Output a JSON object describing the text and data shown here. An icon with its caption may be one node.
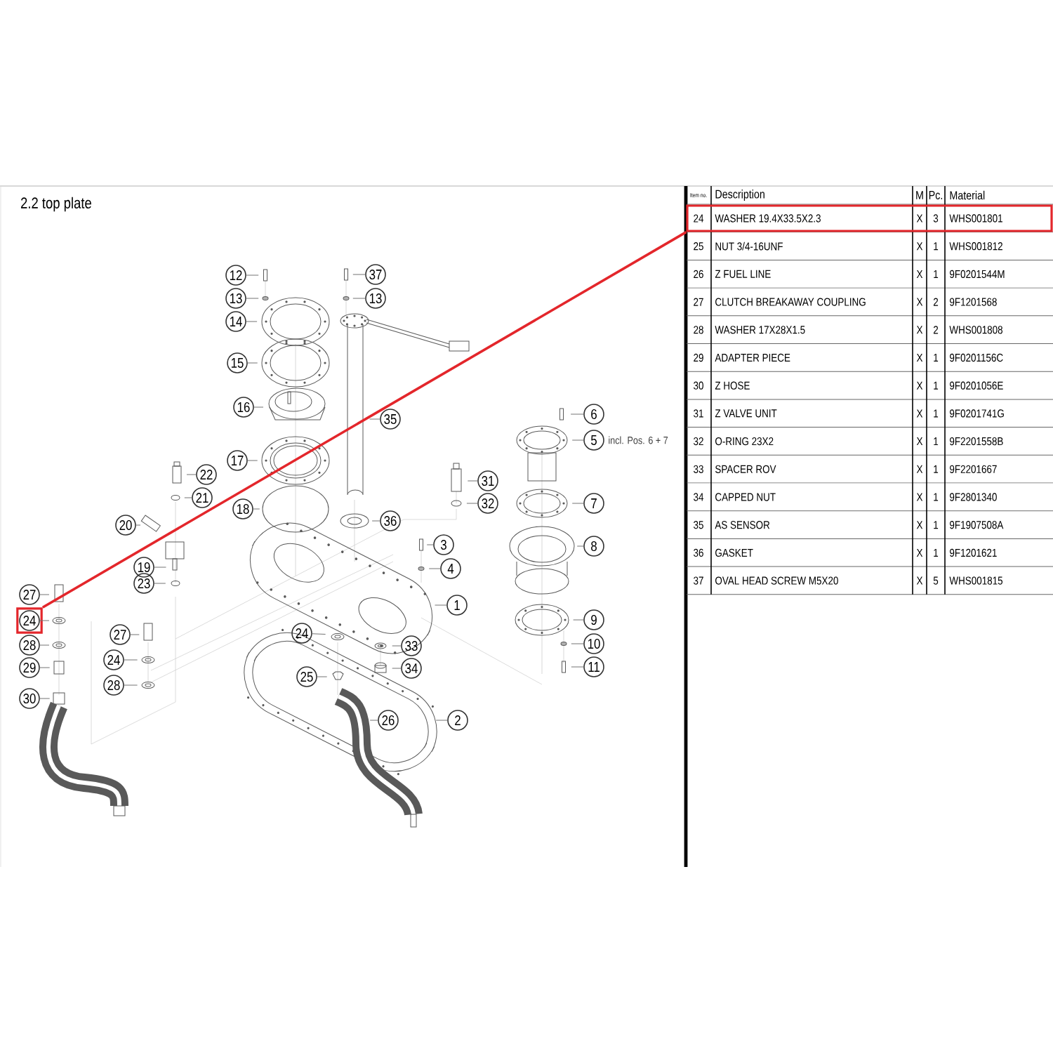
{
  "diagram": {
    "title": "2.2  top plate",
    "nodes": [
      {
        "text": [],
        "shape": "box"
      },
      {
        "text": [
          "12"
        ]
      },
      {
        "text": [
          "37"
        ]
      },
      {
        "text": [
          "13"
        ]
      },
      {
        "text": [
          "13"
        ]
      },
      {
        "text": [
          "14"
        ]
      },
      {
        "text": [
          "15"
        ]
      },
      {
        "text": [
          "16"
        ]
      },
      {
        "text": [
          "6"
        ]
      },
      {
        "text": [
          "35"
        ]
      },
      {
        "text": [
          "5"
        ],
        "beside": [
          "incl. Pos. 6 + 7"
        ]
      },
      {
        "text": [
          "17"
        ]
      },
      {
        "text": [
          "31"
        ]
      },
      {
        "text": [
          "22"
        ]
      },
      {
        "text": [
          "32"
        ]
      },
      {
        "text": [
          "7"
        ]
      },
      {
        "text": [
          "18"
        ]
      },
      {
        "text": [
          "21"
        ]
      },
      {
        "text": [
          "36"
        ]
      },
      {
        "text": [
          "20"
        ]
      },
      {
        "text": [
          "3"
        ]
      },
      {
        "text": [
          "8"
        ]
      },
      {
        "text": [
          "19"
        ]
      },
      {
        "text": [
          "4"
        ]
      },
      {
        "text": [
          "23"
        ]
      },
      {
        "text": [
          "27"
        ]
      },
      {
        "text": [
          "1"
        ]
      },
      {
        "text": [],
        "shape": "box"
      },
      {
        "text": [
          "24"
        ],
        "in": 27
      },
      {
        "text": [
          "9"
        ]
      },
      {
        "text": [
          "27"
        ]
      },
      {
        "text": [
          "24"
        ]
      },
      {
        "text": [
          "10"
        ]
      },
      {
        "text": [
          "28"
        ]
      },
      {
        "text": [
          "33"
        ]
      },
      {
        "text": [
          "24"
        ]
      },
      {
        "text": [
          "11"
        ]
      },
      {
        "text": [
          "29"
        ]
      },
      {
        "text": [
          "34"
        ]
      },
      {
        "text": [
          "25"
        ]
      },
      {
        "text": [
          "28"
        ]
      },
      {
        "text": [
          "30"
        ]
      },
      {
        "text": [
          "26"
        ]
      },
      {
        "text": [
          "2"
        ]
      }
    ],
    "edges": [
      {
        "from": 27,
        "to": 0,
        "arrow": "none",
        "style": "thick",
        "color": "#e3262b"
      },
      {
        "from": 1,
        "to": null,
        "arrow": "none"
      },
      {
        "from": 2,
        "to": null,
        "arrow": "none"
      },
      {
        "from": 3,
        "to": null,
        "arrow": "none"
      },
      {
        "from": 4,
        "to": null,
        "arrow": "none"
      },
      {
        "from": 5,
        "to": null,
        "arrow": "none"
      },
      {
        "from": 6,
        "to": null,
        "arrow": "none"
      },
      {
        "from": 7,
        "to": null,
        "arrow": "none"
      },
      {
        "from": 8,
        "to": null,
        "arrow": "none"
      },
      {
        "from": 9,
        "to": null,
        "arrow": "none"
      },
      {
        "from": 10,
        "to": null,
        "arrow": "none"
      },
      {
        "from": 11,
        "to": null,
        "arrow": "none"
      },
      {
        "from": 12,
        "to": null,
        "arrow": "none"
      },
      {
        "from": 13,
        "to": null,
        "arrow": "none"
      },
      {
        "from": 14,
        "to": null,
        "arrow": "none"
      },
      {
        "from": 15,
        "to": null,
        "arrow": "none"
      },
      {
        "from": 16,
        "to": null,
        "arrow": "none"
      },
      {
        "from": 17,
        "to": null,
        "arrow": "none"
      },
      {
        "from": 18,
        "to": null,
        "arrow": "none"
      },
      {
        "from": 19,
        "to": null,
        "arrow": "none"
      },
      {
        "from": 20,
        "to": null,
        "arrow": "none"
      },
      {
        "from": 21,
        "to": null,
        "arrow": "none"
      },
      {
        "from": 22,
        "to": null,
        "arrow": "none"
      },
      {
        "from": 23,
        "to": null,
        "arrow": "none"
      },
      {
        "from": 24,
        "to": null,
        "arrow": "none"
      },
      {
        "from": 25,
        "to": null,
        "arrow": "none"
      },
      {
        "from": 26,
        "to": null,
        "arrow": "none"
      },
      {
        "from": 28,
        "to": null,
        "arrow": "none"
      },
      {
        "from": 29,
        "to": null,
        "arrow": "none"
      },
      {
        "from": 30,
        "to": null,
        "arrow": "none"
      },
      {
        "from": 31,
        "to": null,
        "arrow": "none"
      },
      {
        "from": 32,
        "to": null,
        "arrow": "none"
      },
      {
        "from": 33,
        "to": null,
        "arrow": "none"
      },
      {
        "from": 34,
        "to": null,
        "arrow": "none"
      },
      {
        "from": 35,
        "to": null,
        "arrow": "none"
      },
      {
        "from": 36,
        "to": null,
        "arrow": "none"
      },
      {
        "from": 37,
        "to": null,
        "arrow": "none"
      },
      {
        "from": 38,
        "to": null,
        "arrow": "none"
      },
      {
        "from": 39,
        "to": null,
        "arrow": "none"
      },
      {
        "from": 40,
        "to": null,
        "arrow": "none"
      },
      {
        "from": 41,
        "to": null,
        "arrow": "none"
      },
      {
        "from": 42,
        "to": null,
        "arrow": "none"
      },
      {
        "from": 43,
        "to": null,
        "arrow": "none"
      }
    ],
    "labels": [
      "Item no.",
      "Description",
      "M",
      "Pc.",
      "Material",
      "24",
      "WASHER 19.4X33.5X2.3",
      "X",
      "3",
      "WHS001801",
      "25",
      "NUT 3/4-16UNF",
      "X",
      "1",
      "WHS001812",
      "26",
      "Z FUEL LINE",
      "X",
      "1",
      "9F0201544M",
      "27",
      "CLUTCH BREAKAWAY COUPLING",
      "X",
      "2",
      "9F1201568",
      "28",
      "WASHER 17X28X1.5",
      "X",
      "2",
      "WHS001808",
      "29",
      "ADAPTER PIECE",
      "X",
      "1",
      "9F0201156C",
      "30",
      "Z HOSE",
      "X",
      "1",
      "9F0201056E",
      "31",
      "Z VALVE UNIT",
      "X",
      "1",
      "9F0201741G",
      "32",
      "O-RING 23X2",
      "X",
      "1",
      "9F2201558B",
      "33",
      "SPACER ROV",
      "X",
      "1",
      "9F2201667",
      "34",
      "CAPPED NUT",
      "X",
      "1",
      "9F2801340",
      "35",
      "AS SENSOR",
      "X",
      "1",
      "9F1907508A",
      "36",
      "GASKET",
      "X",
      "1",
      "9F1201621",
      "37",
      "OVAL HEAD SCREW M5X20",
      "X",
      "5",
      "WHS001815"
    ]
  }
}
